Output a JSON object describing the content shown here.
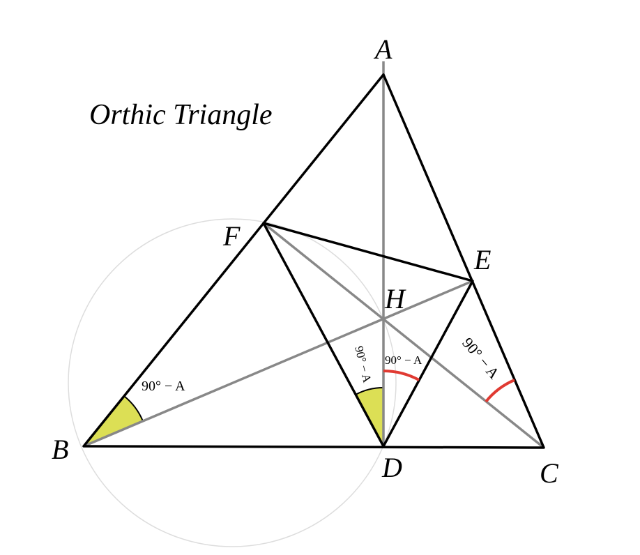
{
  "title": "Orthic Triangle",
  "points": {
    "A": "A",
    "B": "B",
    "C": "C",
    "D": "D",
    "E": "E",
    "F": "F",
    "H": "H"
  },
  "angle_label": "90° − A",
  "colors": {
    "highlight_yellow": "#dcdf55",
    "arc_red": "#e03a32",
    "altitude_gray": "#888888",
    "circle_gray": "#dddddd"
  }
}
